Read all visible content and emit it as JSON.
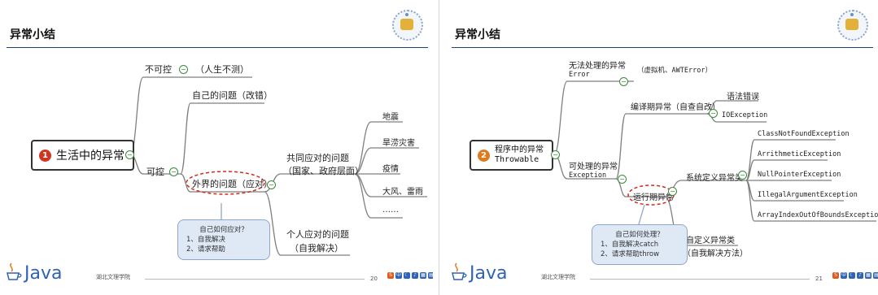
{
  "left": {
    "title": "异常小结",
    "root": {
      "number": "1",
      "label": "生活中的异常"
    },
    "nodes": {
      "uncontrollable": "不可控",
      "uncontrollable_note": "（人生不测）",
      "controllable": "可控",
      "own_problem": "自己的问题（改错）",
      "external_problem": "外界的问题（应对）",
      "common_response": "共同应对的问题",
      "common_response_sub": "（国家、政府层面）",
      "personal_response": "个人应对的问题",
      "personal_response_sub": "（自我解决）",
      "items": [
        "地震",
        "旱涝灾害",
        "疫情",
        "大风、雷雨",
        "……"
      ]
    },
    "callout": [
      "自己如何应对？",
      "1、自我解决",
      "2、请求帮助"
    ],
    "footer": {
      "brand": "Java",
      "school": "湖北文理学院",
      "page": "20"
    }
  },
  "right": {
    "title": "异常小结",
    "root": {
      "number": "2",
      "label_line1": "程序中的异常",
      "label_line2": "Throwable"
    },
    "nodes": {
      "unhandleable": "无法处理的异常",
      "unhandleable_en": "Error",
      "unhandleable_note": "（虚拟机、AWTError）",
      "handleable": "可处理的异常",
      "handleable_en": "Exception",
      "compile_time": "编译期异常（自查自改）",
      "syntax_error": "语法错误",
      "io_exception": "IOException",
      "runtime": "运行期异常",
      "system_defined": "系统定义异常类",
      "custom_defined": "自定义异常类",
      "custom_defined_sub": "（自我解决方法）",
      "system_items": [
        "ClassNotFoundException",
        "ArrithmeticException",
        "NullPointerException",
        "IllegalArgumentException",
        "ArrayIndexOutOfBoundsException"
      ]
    },
    "callout": [
      "自己如何处理？",
      "1、自我解决catch",
      "2、请求帮助throw"
    ],
    "footer": {
      "brand": "Java",
      "school": "湖北文理学院",
      "page": "21"
    }
  },
  "colors": {
    "title_rule": "#1c3f77",
    "branch": "#7f7f7f",
    "highlight": "#d6281e",
    "badge_red": "#d1351f",
    "badge_orange": "#e07b1d",
    "callout_bg": "#dfe9f6",
    "java_blue": "#2f63b5"
  }
}
